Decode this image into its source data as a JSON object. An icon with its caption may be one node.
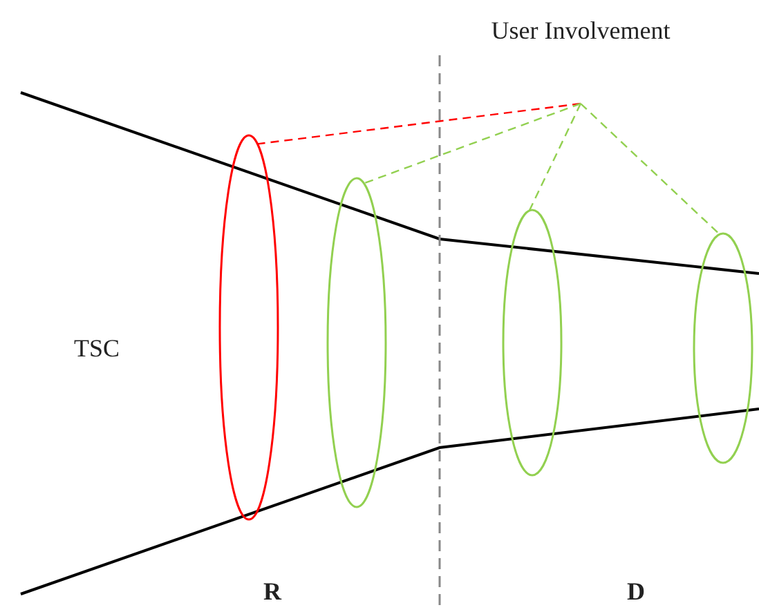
{
  "diagram": {
    "nodes": [
      {
        "text": [
          "User Involvement"
        ]
      },
      {
        "text": [],
        "shape": "ellipse"
      },
      {
        "text": [],
        "shape": "ellipse"
      },
      {
        "text": [],
        "shape": "ellipse"
      },
      {
        "text": [],
        "shape": "ellipse"
      }
    ],
    "edges": [
      {
        "from": 0,
        "to": 1,
        "arrow": "none",
        "style": "dashed",
        "color": "#ff0000"
      },
      {
        "from": 0,
        "to": 2,
        "arrow": "none",
        "style": "dashed"
      },
      {
        "from": 0,
        "to": 3,
        "arrow": "none",
        "style": "dashed"
      },
      {
        "from": 0,
        "to": 4,
        "arrow": "none",
        "style": "dashed"
      }
    ],
    "labels": [
      "TSC",
      "R",
      "D"
    ]
  }
}
